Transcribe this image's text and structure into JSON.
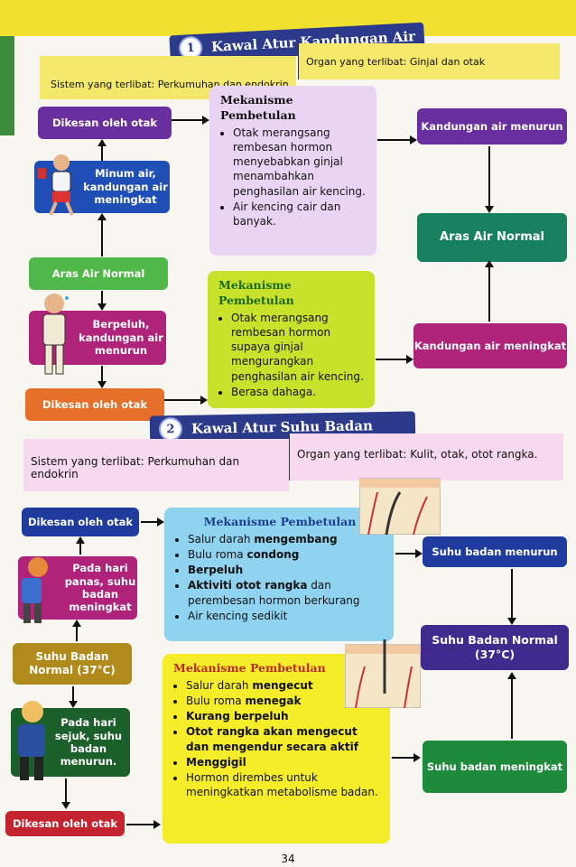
{
  "section1": {
    "number": "1",
    "title": "Kawal Atur Kandungan Air",
    "system": "Sistem yang terlibat: Perkumuhan dan endokrin",
    "organ": "Organ yang terlibat: Ginjal dan otak",
    "detected_brain_top": "Dikesan oleh otak",
    "drink": "Minum air, kandungan air meningkat",
    "normal_left": "Aras Air Normal",
    "sweat": "Berpeluh, kandungan air menurun",
    "detected_brain_bottom": "Dikesan oleh otak",
    "mech1": {
      "title": "Mekanisme Pembetulan",
      "items": [
        "Otak merangsang rembesan hormon menyebabkan ginjal menambahkan penghasilan air kencing.",
        "Air kencing cair dan banyak."
      ]
    },
    "mech2": {
      "title": "Mekanisme Pembetulan",
      "items": [
        "Otak merangsang rembesan hormon supaya ginjal mengurangkan penghasilan air kencing.",
        "Berasa dahaga."
      ]
    },
    "water_down": "Kandungan air menurun",
    "normal_right": "Aras Air Normal",
    "water_up": "Kandungan air meningkat"
  },
  "section2": {
    "number": "2",
    "title": "Kawal Atur Suhu Badan",
    "system": "Sistem yang terlibat: Perkumuhan dan endokrin",
    "organ": "Organ yang terlibat: Kulit, otak, otot rangka.",
    "detected_top": "Dikesan oleh otak",
    "hot": "Pada hari panas, suhu badan meningkat",
    "normal_left": "Suhu Badan Normal (37°C)",
    "cold": "Pada hari sejuk, suhu badan menurun.",
    "detected_bottom": "Dikesan oleh otak",
    "mech1": {
      "title": "Mekanisme Pembetulan",
      "items": [
        {
          "pre": "Salur darah ",
          "b": "mengembang",
          "post": ""
        },
        {
          "pre": "Bulu roma ",
          "b": "condong",
          "post": ""
        },
        {
          "pre": "",
          "b": "Berpeluh",
          "post": ""
        },
        {
          "pre": "",
          "b": "Aktiviti otot rangka",
          "post": " dan perembesan hormon berkurang"
        },
        {
          "pre": "Air kencing sedikit",
          "b": "",
          "post": ""
        }
      ]
    },
    "mech2": {
      "title": "Mekanisme Pembetulan",
      "items": [
        {
          "pre": "Salur darah ",
          "b": "mengecut",
          "post": ""
        },
        {
          "pre": "Bulu roma ",
          "b": "menegak",
          "post": ""
        },
        {
          "pre": "",
          "b": "Kurang berpeluh",
          "post": ""
        },
        {
          "pre": "",
          "b": "Otot rangka akan mengecut dan mengendur secara aktif",
          "post": ""
        },
        {
          "pre": "",
          "b": "Menggigil",
          "post": ""
        },
        {
          "pre": "Hormon dirembes untuk meningkatkan metabolisme badan.",
          "b": "",
          "post": ""
        }
      ]
    },
    "temp_down": "Suhu badan menurun",
    "normal_right": "Suhu Badan Normal (37°C)",
    "temp_up": "Suhu badan meningkat"
  },
  "page_number": "34"
}
